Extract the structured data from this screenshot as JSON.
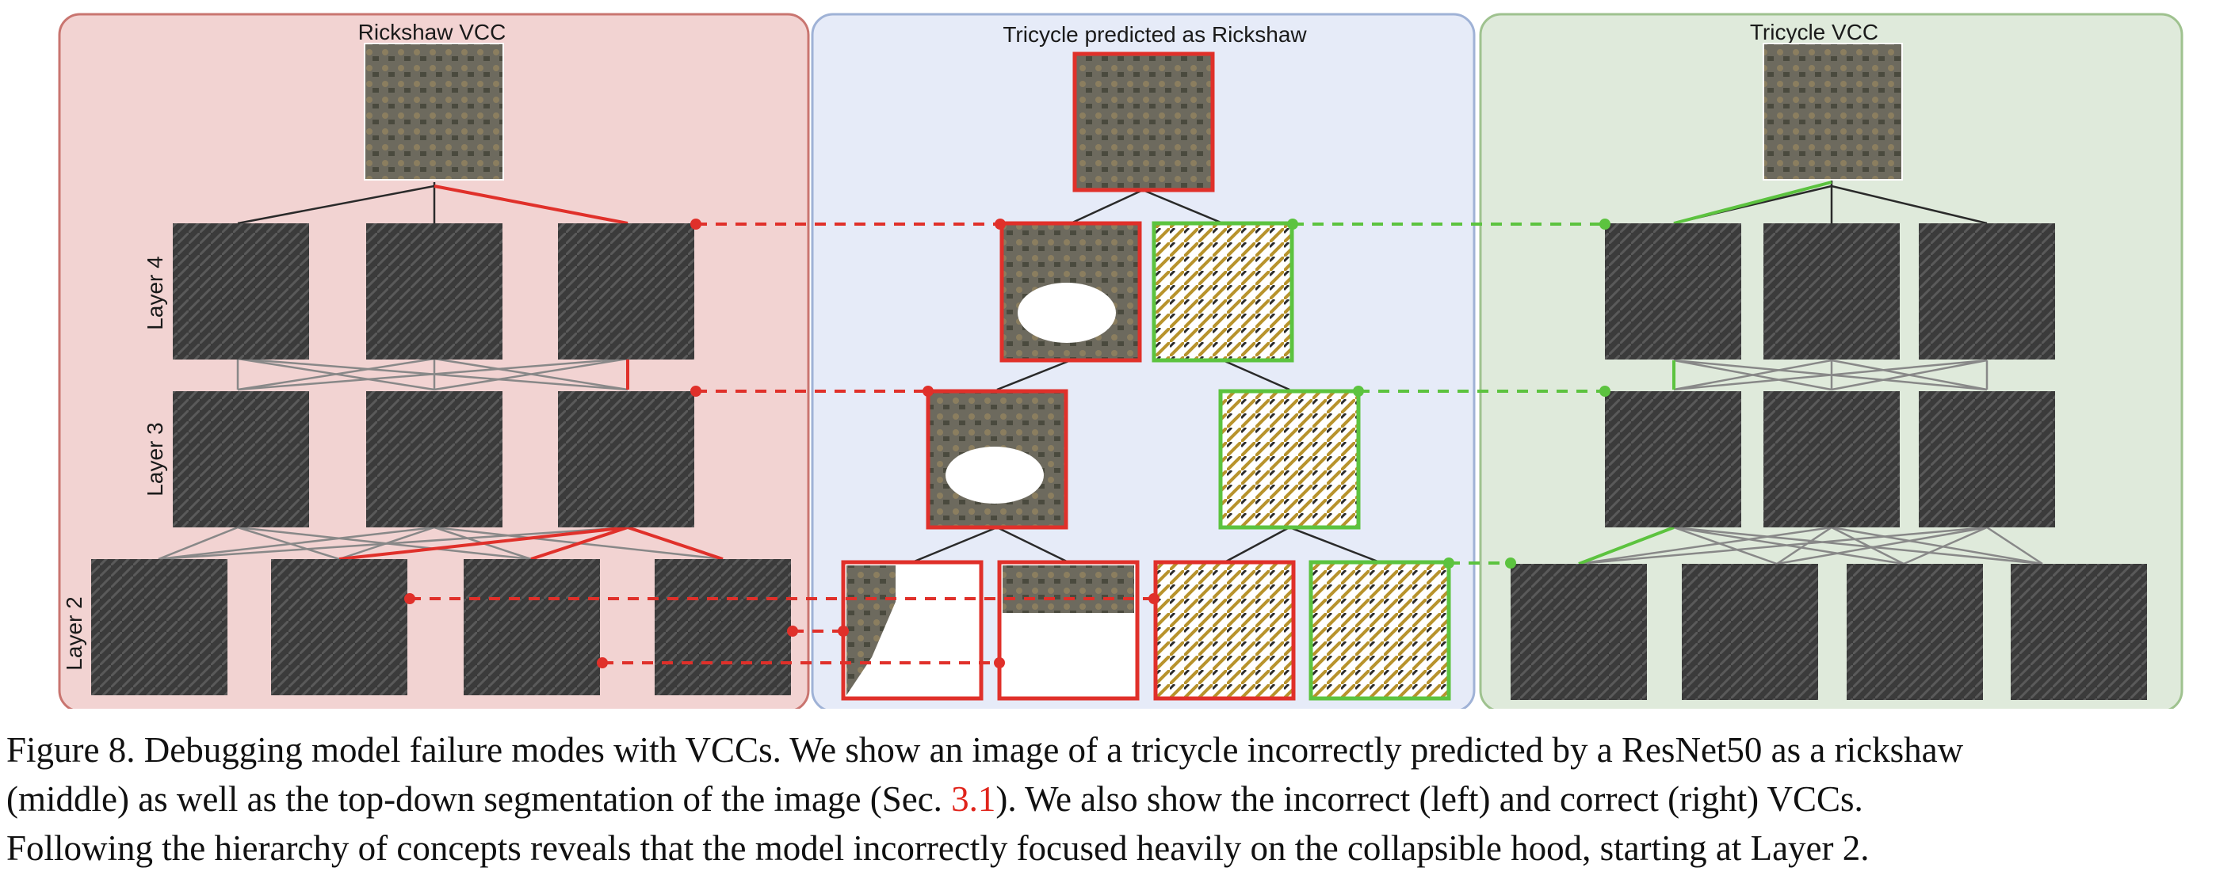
{
  "figure": {
    "panels": {
      "left": {
        "title": "Rickshaw VCC",
        "bg": "#f2d3d2",
        "border": "#c97570"
      },
      "middle": {
        "title": "Tricycle predicted as Rickshaw",
        "bg": "#e6ebf8",
        "border": "#9fb2d6"
      },
      "right": {
        "title": "Tricycle VCC",
        "bg": "#dfeadb",
        "border": "#9fc28f"
      }
    },
    "layer_labels": {
      "layer4": "Layer 4",
      "layer3": "Layer 3",
      "layer2": "Layer 2"
    },
    "colors": {
      "incorrect": "#e0302a",
      "correct": "#5cc33f",
      "edge": "#2a2a2a",
      "thumb": "#3a3a3a",
      "segment_bg": "#ffffff"
    }
  },
  "caption": {
    "line1": "Figure 8. Debugging model failure modes with VCCs. We show an image of a tricycle incorrectly predicted by a ResNet50 as a rickshaw",
    "line2_pre": "(middle) as well as the top-down segmentation of the image (Sec. ",
    "line2_ref": "3.1",
    "line2_post": ").  We also show the incorrect (left) and correct (right) VCCs.",
    "line3": "Following the hierarchy of concepts reveals that the model incorrectly focused heavily on the collapsible hood, starting at Layer 2."
  }
}
